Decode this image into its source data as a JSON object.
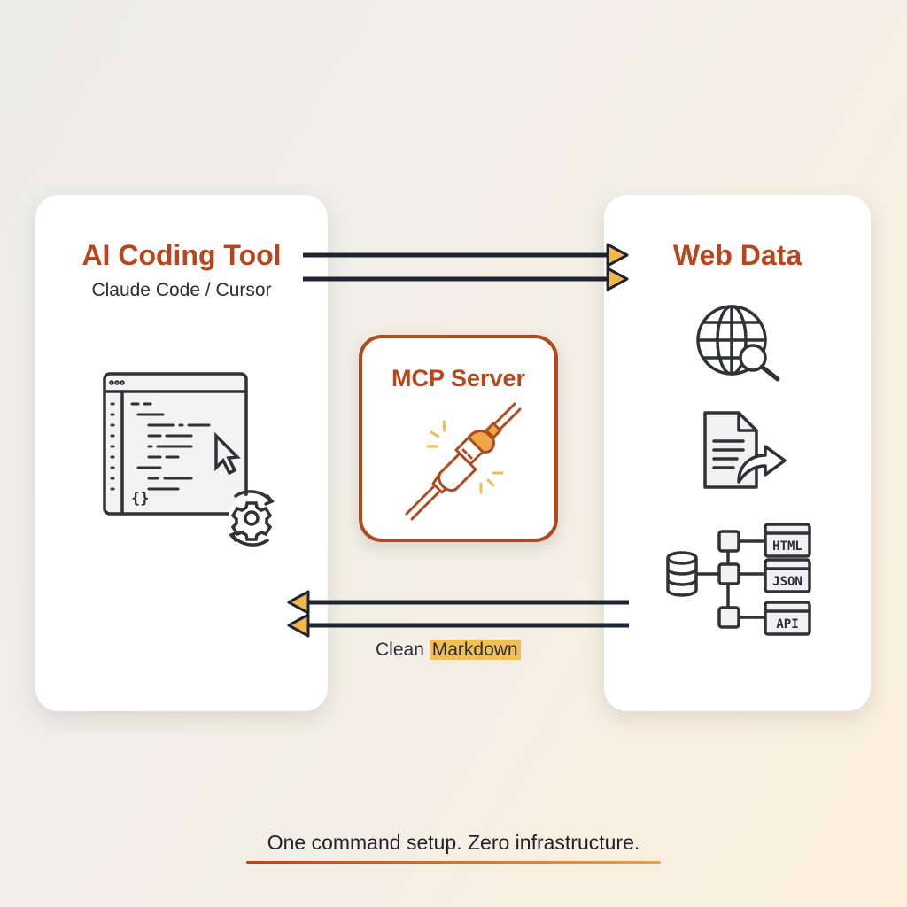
{
  "left_card": {
    "title": "AI Coding Tool",
    "subtitle": "Claude Code / Cursor",
    "code_brace": "{}"
  },
  "center": {
    "title": "MCP Server"
  },
  "right_card": {
    "title": "Web Data",
    "formats": [
      "HTML",
      "JSON",
      "API"
    ]
  },
  "return_label": {
    "prefix": "Clean",
    "highlight": "Markdown"
  },
  "footer": {
    "tagline": "One command setup. Zero infrastructure."
  },
  "colors": {
    "accent": "#b5461d",
    "highlight": "#f2bf55",
    "ink": "#2a2d33"
  }
}
